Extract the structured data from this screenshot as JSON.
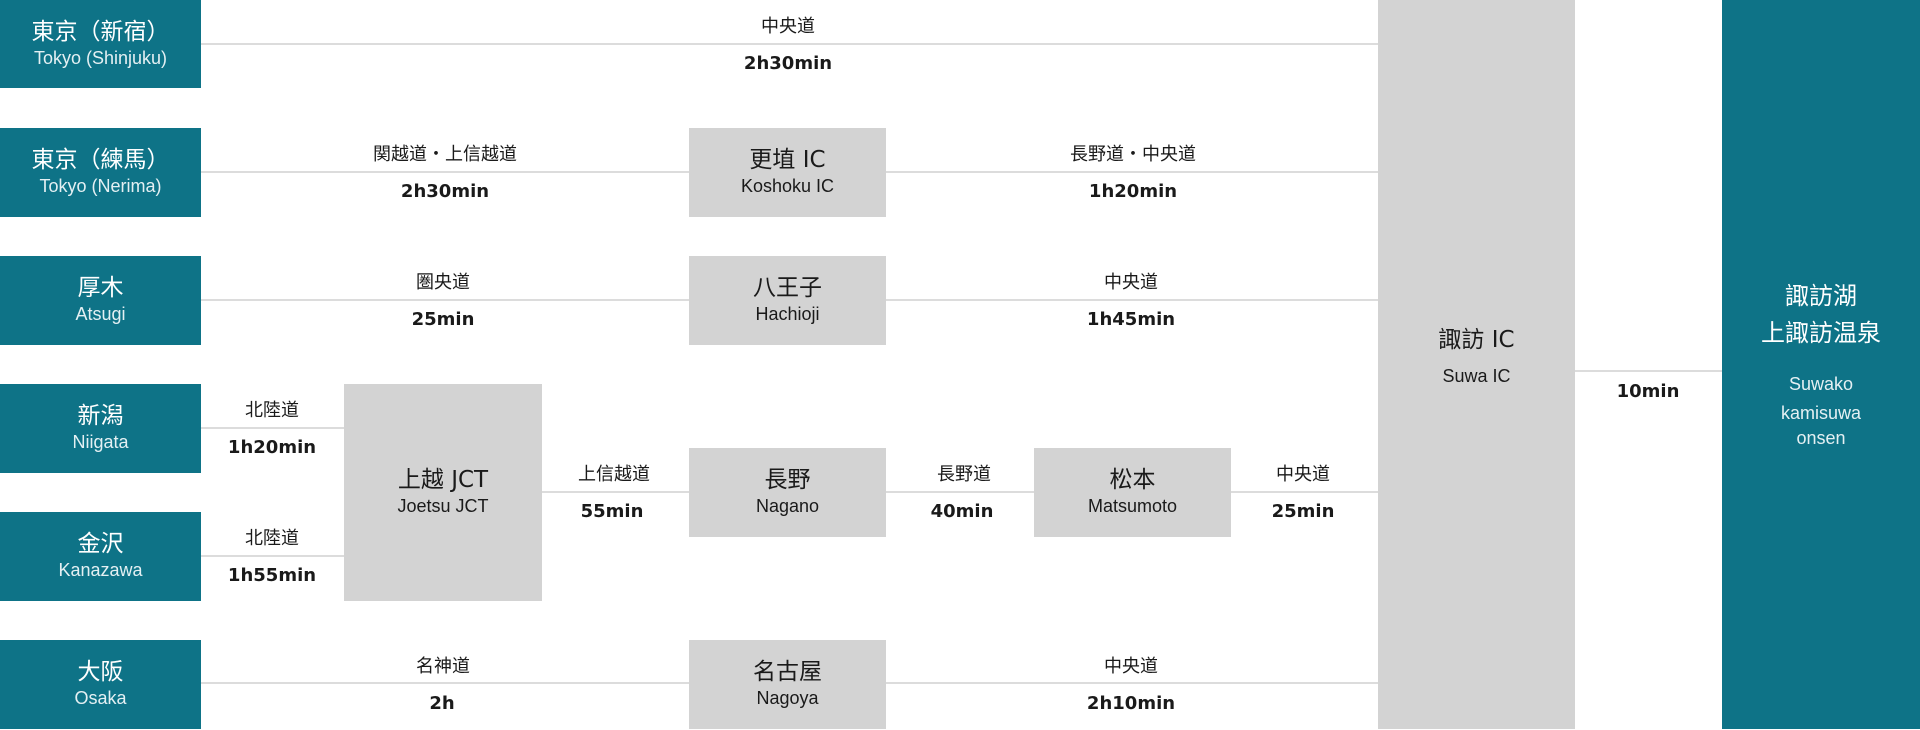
{
  "origins": {
    "shinjuku": {
      "jp": "東京（新宿）",
      "en": "Tokyo (Shinjuku)"
    },
    "nerima": {
      "jp": "東京（練馬）",
      "en": "Tokyo (Nerima)"
    },
    "atsugi": {
      "jp": "厚木",
      "en": "Atsugi"
    },
    "niigata": {
      "jp": "新潟",
      "en": "Niigata"
    },
    "kanazawa": {
      "jp": "金沢",
      "en": "Kanazawa"
    },
    "osaka": {
      "jp": "大阪",
      "en": "Osaka"
    }
  },
  "hubs": {
    "koshoku": {
      "jp": "更埴 IC",
      "en": "Koshoku IC"
    },
    "hachioji": {
      "jp": "八王子",
      "en": "Hachioji"
    },
    "joetsu": {
      "jp": "上越 JCT",
      "en": "Joetsu JCT"
    },
    "nagano": {
      "jp": "長野",
      "en": "Nagano"
    },
    "matsumoto": {
      "jp": "松本",
      "en": "Matsumoto"
    },
    "nagoya": {
      "jp": "名古屋",
      "en": "Nagoya"
    },
    "suwa": {
      "jp": "諏訪 IC",
      "en": "Suwa IC"
    }
  },
  "destination": {
    "jp_line1": "諏訪湖",
    "jp_line2": "上諏訪温泉",
    "en_line1": "Suwako",
    "en_line2": "kamisuwa",
    "en_line3": "onsen"
  },
  "segments": {
    "shinjuku_suwa": {
      "road": "中央道",
      "time": "2h30min"
    },
    "nerima_koshoku": {
      "road": "関越道・上信越道",
      "time": "2h30min"
    },
    "koshoku_suwa": {
      "road": "長野道・中央道",
      "time": "1h20min"
    },
    "atsugi_hachioji": {
      "road": "圏央道",
      "time": "25min"
    },
    "hachioji_suwa": {
      "road": "中央道",
      "time": "1h45min"
    },
    "niigata_joetsu": {
      "road": "北陸道",
      "time": "1h20min"
    },
    "kanazawa_joetsu": {
      "road": "北陸道",
      "time": "1h55min"
    },
    "joetsu_nagano": {
      "road": "上信越道",
      "time": "55min"
    },
    "nagano_matsumoto": {
      "road": "長野道",
      "time": "40min"
    },
    "matsumoto_suwa": {
      "road": "中央道",
      "time": "25min"
    },
    "osaka_nagoya": {
      "road": "名神道",
      "time": "2h"
    },
    "nagoya_suwa": {
      "road": "中央道",
      "time": "2h10min"
    },
    "suwa_dest": {
      "road": "",
      "time": "10min"
    }
  }
}
